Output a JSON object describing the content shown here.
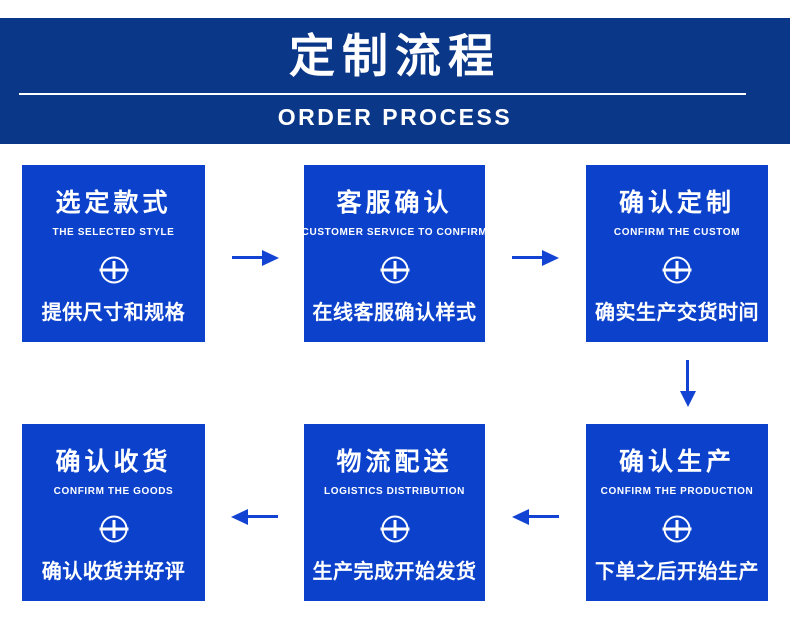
{
  "header": {
    "title": "定制流程",
    "subtitle": "ORDER PROCESS"
  },
  "colors": {
    "banner_bg": "#0b3788",
    "box_bg": "#0c42cb",
    "arrow_color": "#1343d2",
    "text_color": "#ffffff"
  },
  "rows": [
    {
      "boxes": [
        {
          "title": "选定款式",
          "subtitle": "THE SELECTED STYLE",
          "icon": "plus-circle-icon",
          "desc": "提供尺寸和规格"
        },
        {
          "title": "客服确认",
          "subtitle": "CUSTOMER SERVICE TO CONFIRM",
          "icon": "plus-circle-icon",
          "desc": "在线客服确认样式"
        },
        {
          "title": "确认定制",
          "subtitle": "CONFIRM THE CUSTOM",
          "icon": "plus-circle-icon",
          "desc": "确实生产交货时间"
        }
      ]
    },
    {
      "boxes": [
        {
          "title": "确认收货",
          "subtitle": "CONFIRM THE GOODS",
          "icon": "plus-circle-icon",
          "desc": "确认收货并好评"
        },
        {
          "title": "物流配送",
          "subtitle": "LOGISTICS DISTRIBUTION",
          "icon": "plus-circle-icon",
          "desc": "生产完成开始发货"
        },
        {
          "title": "确认生产",
          "subtitle": "CONFIRM THE PRODUCTION",
          "icon": "plus-circle-icon",
          "desc": "下单之后开始生产"
        }
      ]
    }
  ],
  "arrows": [
    "right",
    "right",
    "down",
    "left",
    "left"
  ]
}
